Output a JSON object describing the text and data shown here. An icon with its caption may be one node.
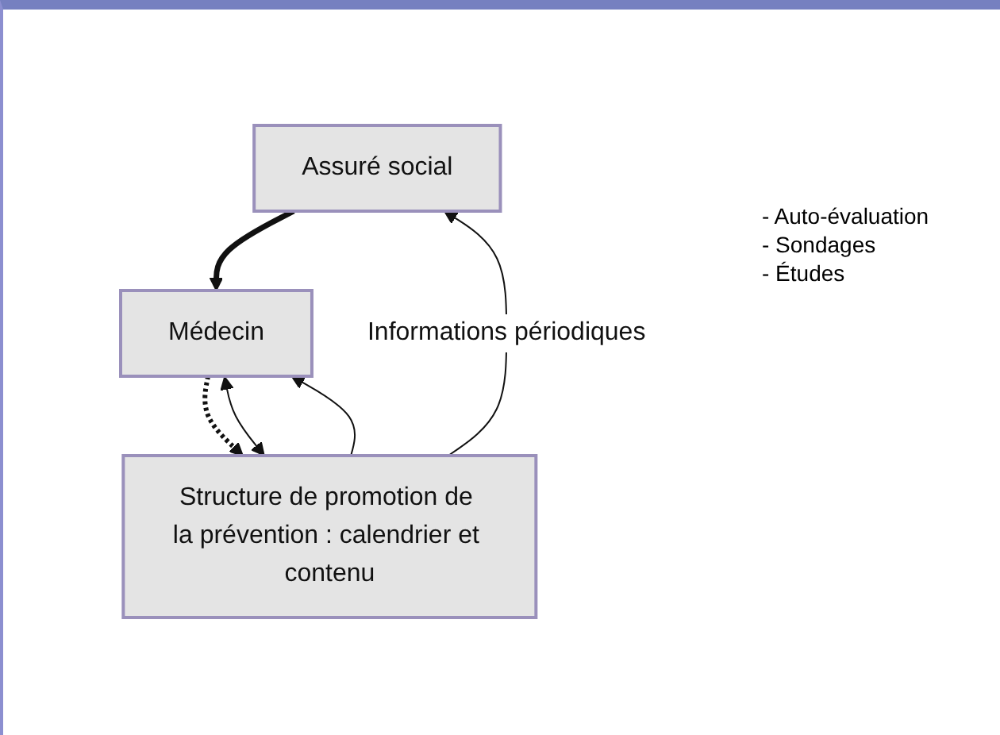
{
  "diagram": {
    "nodes": [
      {
        "text": [
          "Assuré social"
        ]
      },
      {
        "text": [
          "Médecin"
        ]
      },
      {
        "text": [
          "Structure de promotion de la prévention : calendrier et contenu"
        ]
      }
    ],
    "edges": [
      {
        "from": 0,
        "to": 1,
        "arrow": "to",
        "style": "thick"
      },
      {
        "from": 1,
        "to": 2,
        "arrow": "to",
        "style": "dashed"
      },
      {
        "from": 2,
        "to": 0,
        "arrow": "to",
        "label": "Informations périodiques"
      },
      {
        "from": 2,
        "to": 1,
        "arrow": "to"
      },
      {
        "from": 1,
        "to": 2,
        "arrow": "both"
      }
    ],
    "labels": [
      "- Auto-évaluation",
      "- Sondages",
      "- Études"
    ]
  }
}
